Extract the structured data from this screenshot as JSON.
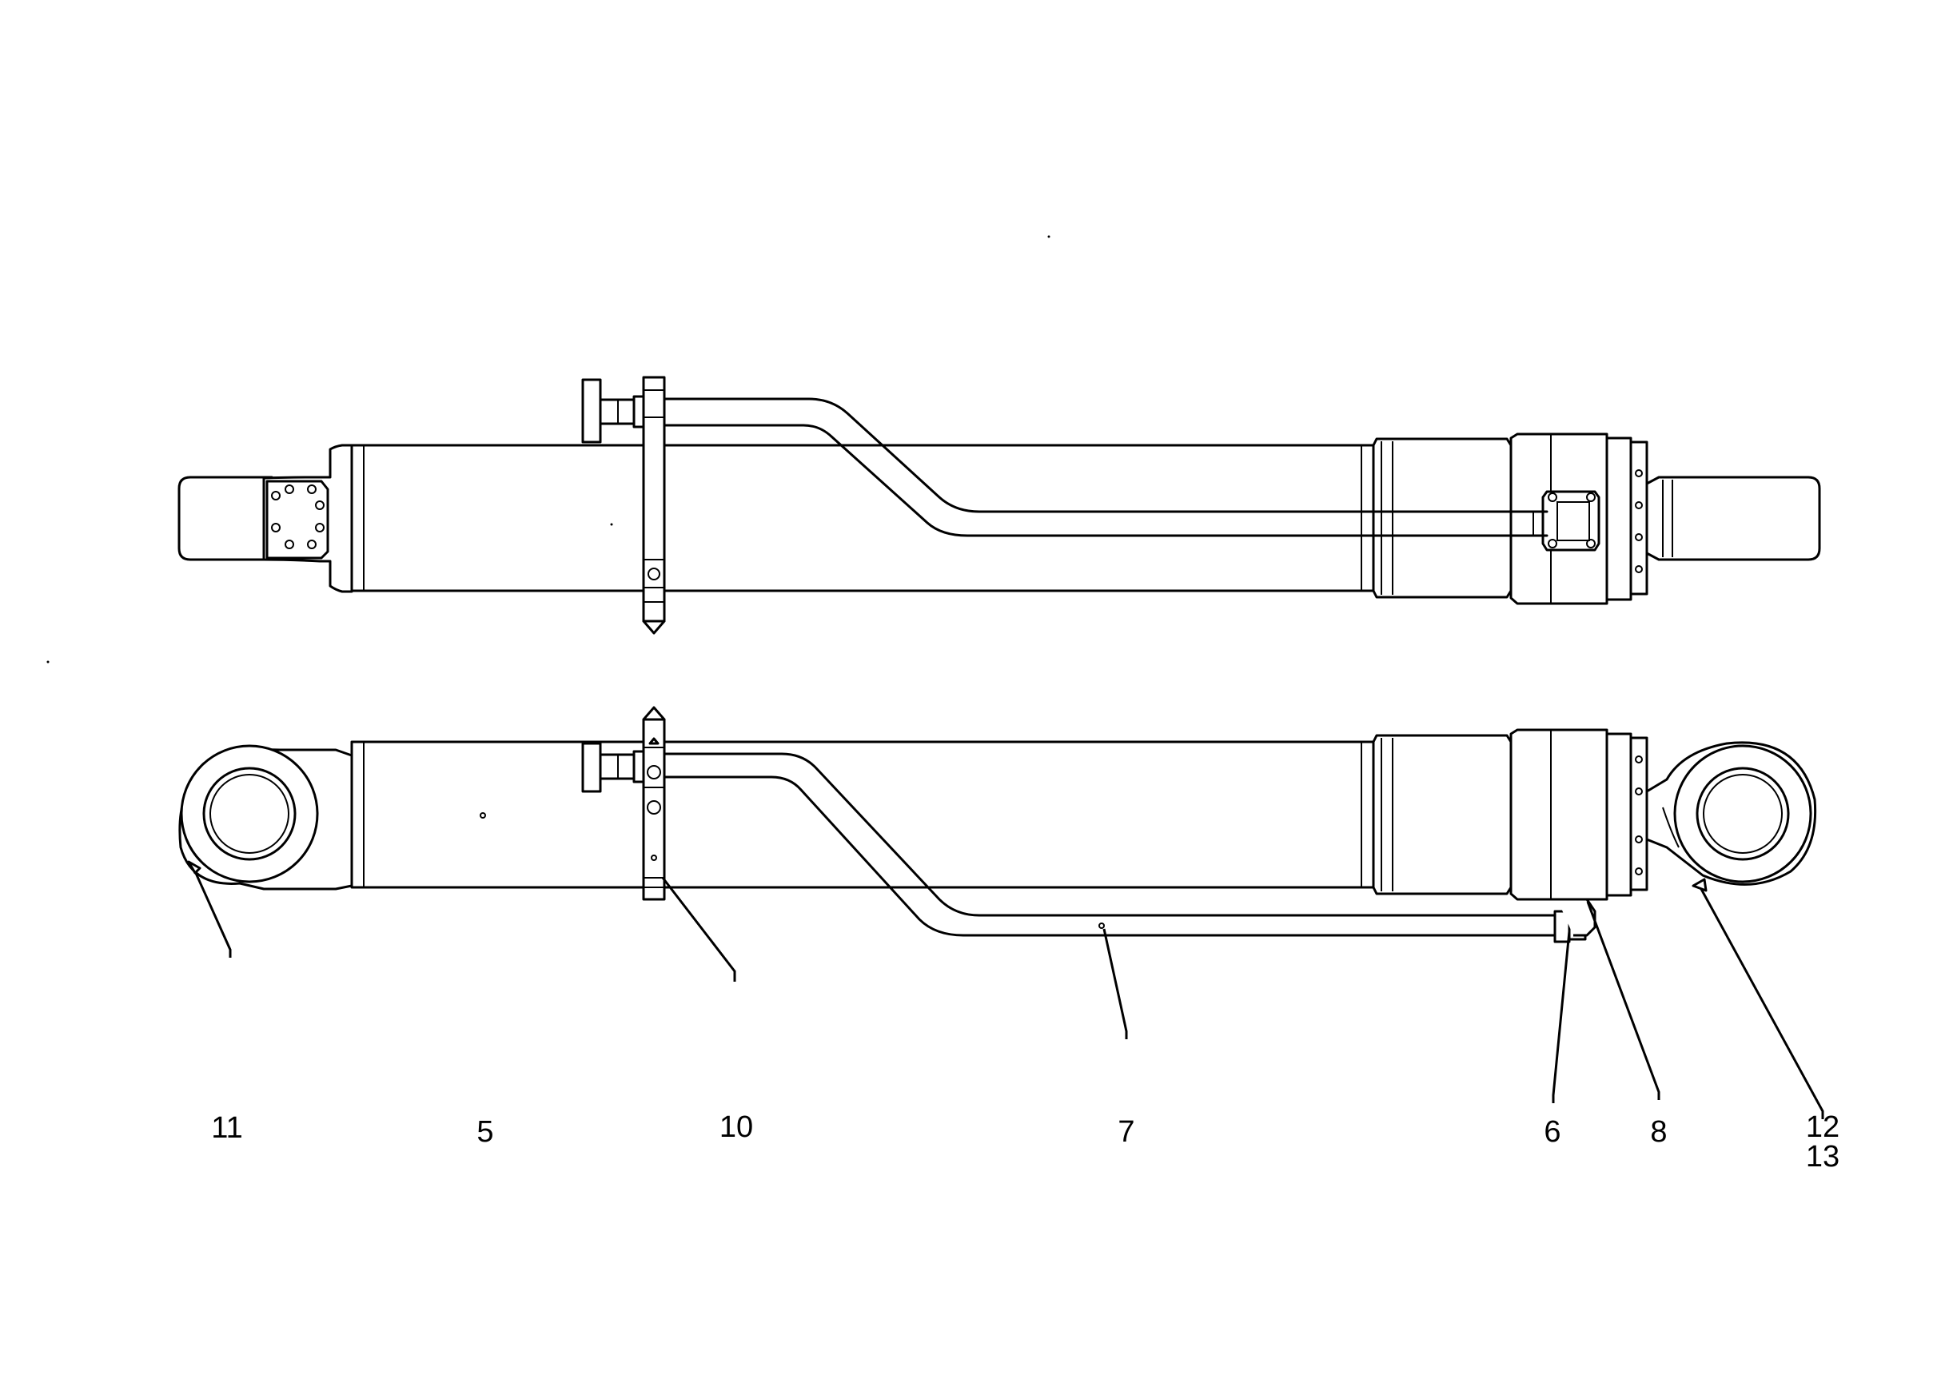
{
  "callouts": {
    "c11": "11",
    "c5": "5",
    "c10": "10",
    "c7": "7",
    "c6": "6",
    "c8": "8",
    "c12": "12",
    "c13": "13"
  }
}
